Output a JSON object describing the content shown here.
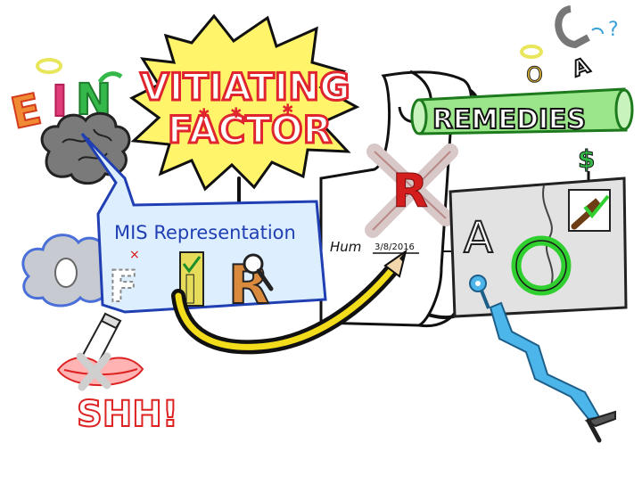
{
  "banner": {
    "line1": "VITIATING",
    "line2": "FACTOR"
  },
  "ein": {
    "letters": [
      "E",
      "I",
      "N"
    ]
  },
  "remedies": {
    "label": "REMEDIES"
  },
  "misrep": {
    "label": "MIS Representation",
    "letters": [
      "F",
      "I",
      "R"
    ]
  },
  "doc": {
    "signature": "Hum",
    "date": "3/8/2016"
  },
  "stamp": {
    "letter": "R"
  },
  "aside": {
    "letter": "A"
  },
  "shh": {
    "label": "SHH!"
  },
  "top_right_letters": [
    "O",
    "A"
  ],
  "colors": {
    "banner_fill": "#fff46a",
    "banner_text": "#e0252f",
    "remedies_fill": "#9be58a",
    "misrep_fill": "#ddeeff",
    "misrep_stroke": "#1f3fb3",
    "gray_box": "#e2e2e2",
    "ring_green": "#2fcf2f",
    "arrow_blue": "#4cb6ea"
  }
}
